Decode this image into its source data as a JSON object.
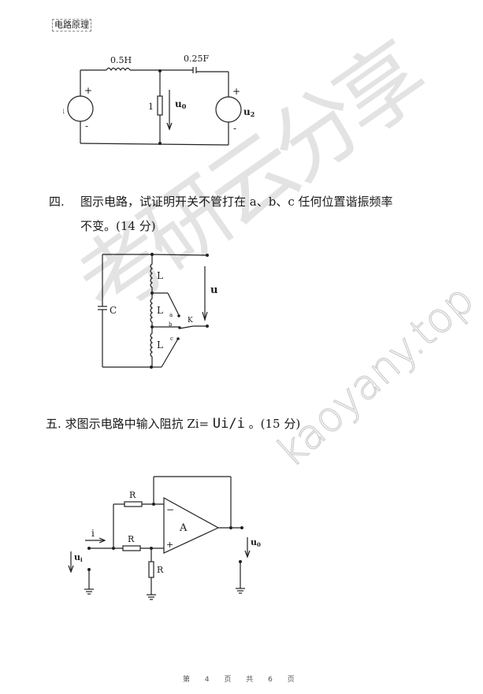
{
  "header": {
    "tag": "电路原理"
  },
  "figure1": {
    "inductor_label": "0.5H",
    "capacitor_label": "0.25F",
    "resistor_label": "1",
    "source1_label": "u",
    "source1_sub": "1",
    "source2_label": "u",
    "source2_sub": "2",
    "output_label": "u",
    "output_sub": "0",
    "plus": "+",
    "minus": "-"
  },
  "question4": {
    "number": "四.",
    "line1": "图示电路，试证明开关不管打在 a、b、c 任何位置谐振频率",
    "line2": "不变。(14 分)",
    "figure": {
      "inductor_label": "L",
      "capacitor_label": "C",
      "voltage_label": "u",
      "switch_label": "K",
      "pos_a": "a",
      "pos_b": "b",
      "pos_c": "c"
    }
  },
  "question5": {
    "number": "五.",
    "text": "求图示电路中输入阻抗 Zi= ",
    "formula": "Ui/i",
    "suffix": " 。(15 分)",
    "figure": {
      "resistor_label": "R",
      "amp_label": "A",
      "current_label": "i",
      "input_label": "u",
      "input_sub": "i",
      "output_label": "u",
      "output_sub": "0",
      "plus": "+",
      "minus": "−"
    }
  },
  "watermark": {
    "text": "kaoyany.top",
    "calligraphy": "考研云分享"
  },
  "footer": {
    "text": "第 4 页 共 6 页"
  }
}
